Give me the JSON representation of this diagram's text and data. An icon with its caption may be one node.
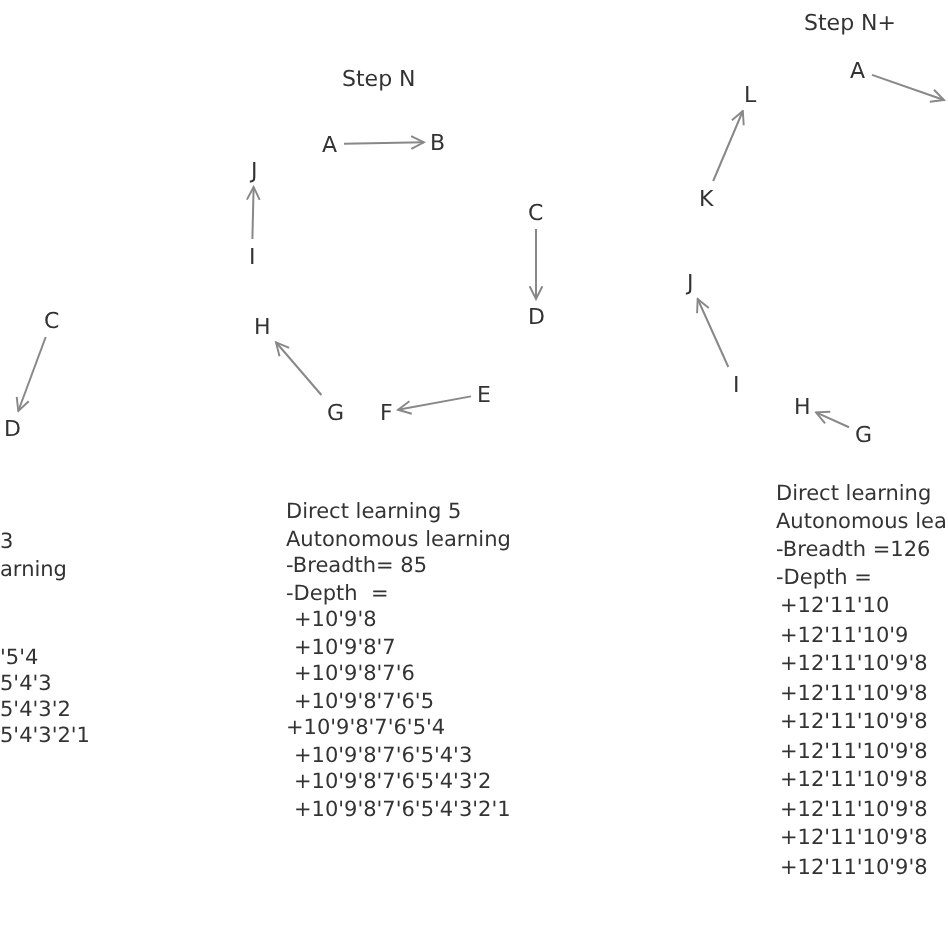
{
  "diagram": {
    "nodes": [
      {
        "text": [
          "C"
        ]
      },
      {
        "text": [
          "D"
        ]
      },
      {
        "text": [
          "A"
        ]
      },
      {
        "text": [
          "B"
        ]
      },
      {
        "text": [
          "C"
        ]
      },
      {
        "text": [
          "D"
        ]
      },
      {
        "text": [
          "E"
        ]
      },
      {
        "text": [
          "F"
        ]
      },
      {
        "text": [
          "G"
        ]
      },
      {
        "text": [
          "H"
        ]
      },
      {
        "text": [
          "I"
        ]
      },
      {
        "text": [
          "J"
        ]
      },
      {
        "text": [
          "A"
        ]
      },
      {
        "text": [
          "L"
        ]
      },
      {
        "text": [
          "K"
        ]
      },
      {
        "text": [
          "J"
        ]
      },
      {
        "text": [
          "I"
        ]
      },
      {
        "text": [
          "H"
        ]
      },
      {
        "text": [
          "G"
        ]
      }
    ],
    "edges": [
      {
        "from": 0,
        "to": 1,
        "arrow": "to"
      },
      {
        "from": 2,
        "to": 3,
        "arrow": "to"
      },
      {
        "from": 4,
        "to": 5,
        "arrow": "to"
      },
      {
        "from": 6,
        "to": 7,
        "arrow": "to"
      },
      {
        "from": 8,
        "to": 9,
        "arrow": "to"
      },
      {
        "from": 10,
        "to": 11,
        "arrow": "to"
      },
      {
        "from": 12,
        "to": null,
        "arrow": "to"
      },
      {
        "from": 14,
        "to": 13,
        "arrow": "to"
      },
      {
        "from": 16,
        "to": 15,
        "arrow": "to"
      },
      {
        "from": 18,
        "to": 17,
        "arrow": "to"
      }
    ],
    "labels": [
      "Step N",
      "Step N+",
      "3",
      "arning",
      "'5'4",
      "5'4'3",
      "5'4'3'2",
      "5'4'3'2'1",
      "Direct learning 5",
      "Autonomous learning",
      "-Breadth= 85",
      "-Depth  =",
      "+10'9'8",
      "+10'9'8'7",
      "+10'9'8'7'6",
      "+10'9'8'7'6'5",
      "+10'9'8'7'6'5'4",
      "+10'9'8'7'6'5'4'3",
      "+10'9'8'7'6'5'4'3'2",
      "+10'9'8'7'6'5'4'3'2'1",
      "Direct learning",
      "Autonomous lea",
      "-Breadth =126",
      "-Depth =",
      "+12'11'10",
      "+12'11'10'9",
      "+12'11'10'9'8",
      "+12'11'10'9'8",
      "+12'11'10'9'8",
      "+12'11'10'9'8",
      "+12'11'10'9'8",
      "+12'11'10'9'8",
      "+12'11'10'9'8",
      "+12'11'10'9'8"
    ]
  }
}
